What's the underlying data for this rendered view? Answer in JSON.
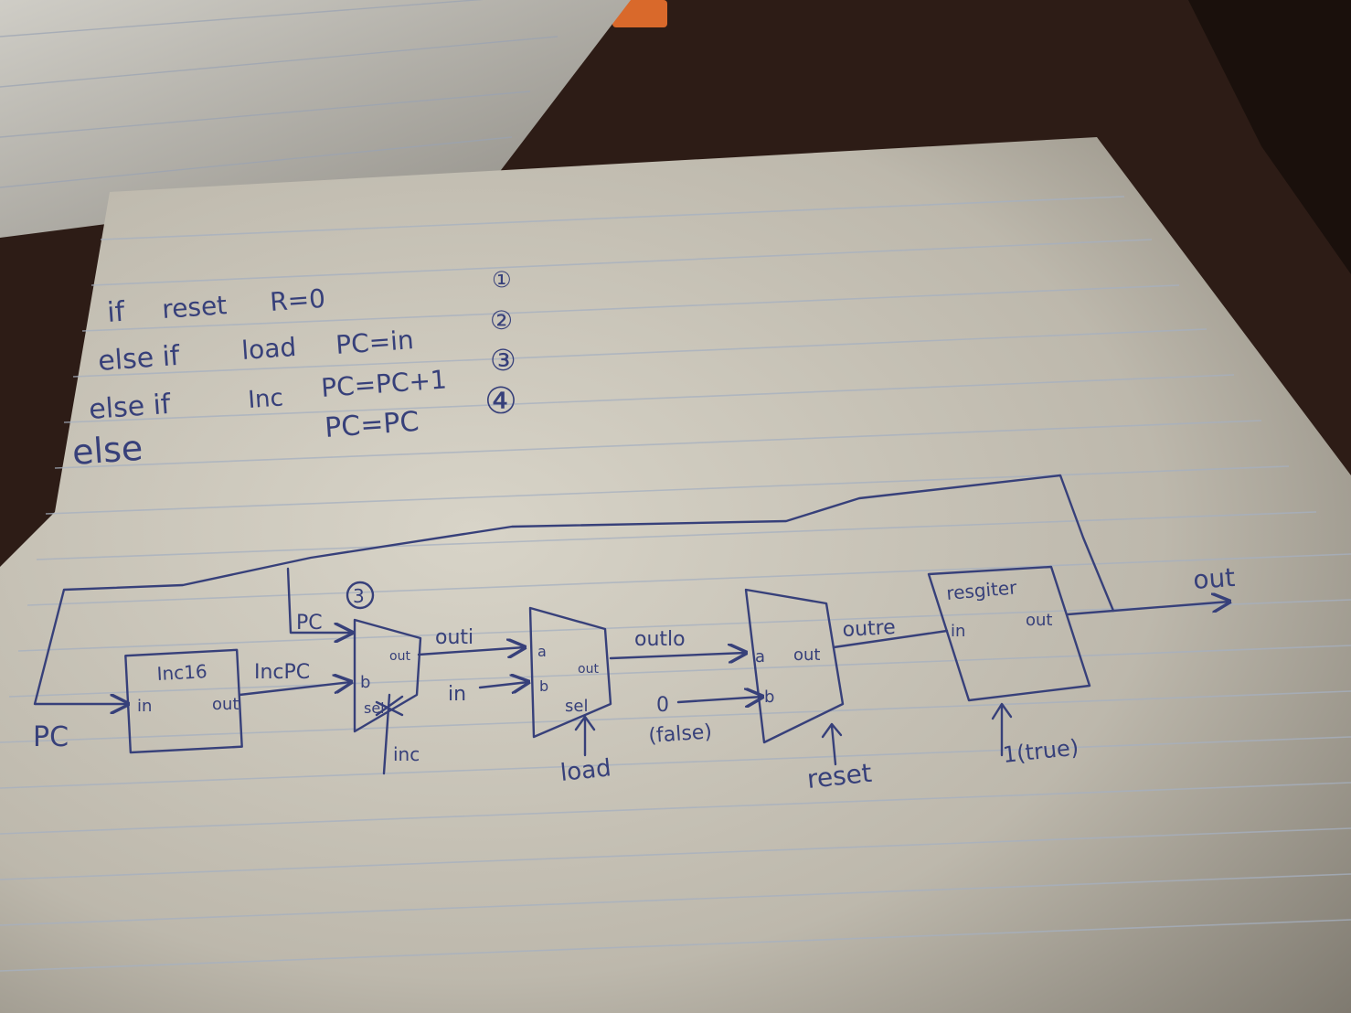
{
  "pseudocode": [
    {
      "keyword": "if",
      "condition": "reset",
      "statement": "R=0",
      "marker": "①"
    },
    {
      "keyword": "else if",
      "condition": "load",
      "statement": "PC=in",
      "marker": "②"
    },
    {
      "keyword": "else if",
      "condition": "Inc",
      "statement": "PC=PC+1",
      "marker": "③"
    },
    {
      "keyword": "else",
      "condition": "",
      "statement": "PC=PC",
      "marker": "④"
    }
  ],
  "diagram": {
    "pc_input_label": "PC",
    "feedback_label": "PC",
    "inc_block": {
      "name": "Inc16",
      "in_port": "in",
      "out_port": "out"
    },
    "inc_out_wire": "IncPC",
    "mux_inc": {
      "circled_number": "3",
      "port_b": "b",
      "port_out": "out",
      "port_sel": "sel",
      "sel_signal": "inc"
    },
    "wire_outi": "outi",
    "mux_load": {
      "port_a": "a",
      "port_b": "b",
      "port_out": "out",
      "port_sel": "sel",
      "b_input": "in",
      "sel_signal": "load"
    },
    "wire_outlo": "outlo",
    "mux_reset": {
      "port_a": "a",
      "port_b": "b",
      "port_out": "out",
      "b_value": "0",
      "b_value_note": "(false)",
      "sel_signal": "reset"
    },
    "wire_outre": "outre",
    "register": {
      "name": "resgiter",
      "in_port": "in",
      "out_port": "out",
      "load_value": "1(true)"
    },
    "output_label": "out"
  },
  "colors": {
    "ink": "#37407a",
    "paper": "#c9c4b8",
    "desk": "#2a1a14",
    "rule_line": "#a6b0c0"
  }
}
